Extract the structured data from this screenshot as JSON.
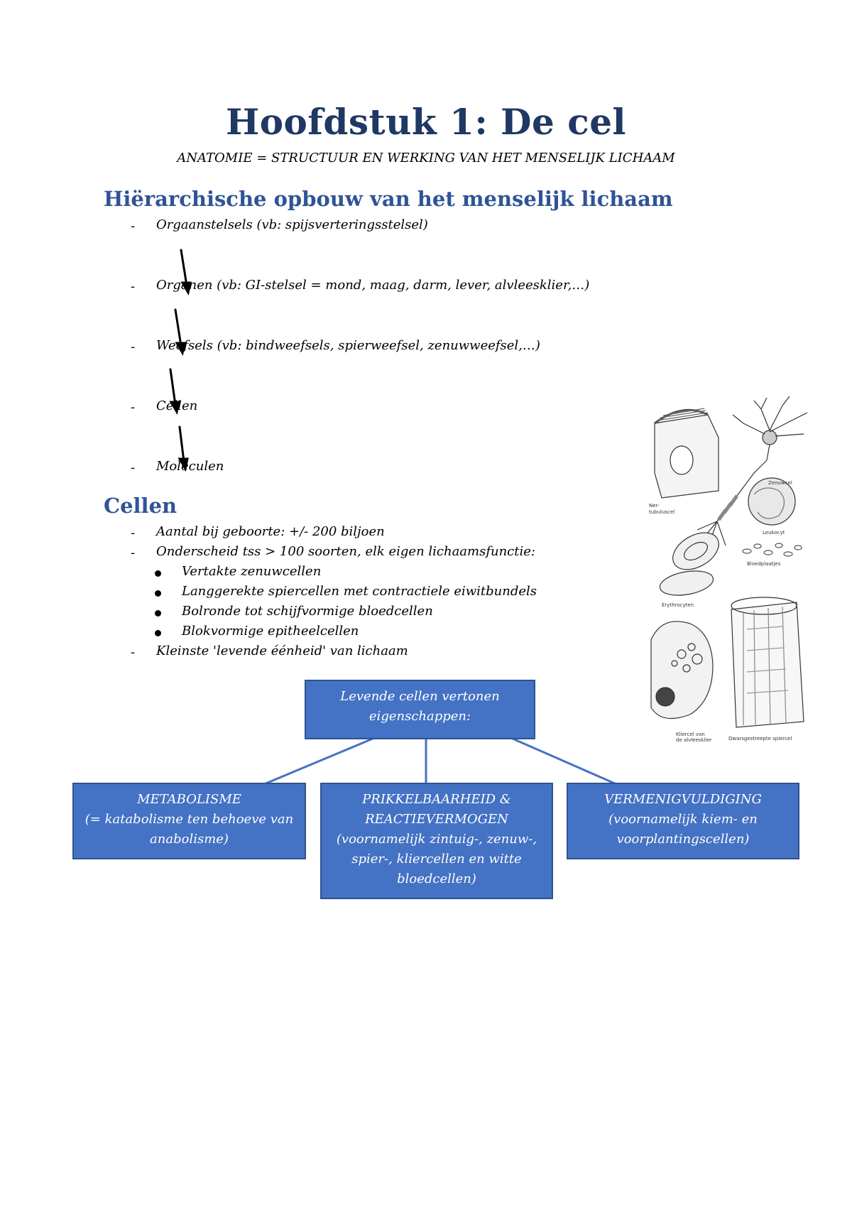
{
  "header": {
    "title": "Hoofdstuk 1: De cel",
    "subtitle": "ANATOMIE = STRUCTUUR EN WERKING VAN HET MENSELIJK LICHAAM"
  },
  "hierarchy": {
    "heading": "Hiërarchische opbouw van het menselijk lichaam",
    "items": [
      "Orgaanstelsels (vb: spijsverteringsstelsel)",
      "Organen (vb: GI-stelsel = mond, maag, darm, lever, alvleesklier,…)",
      "Weefsels (vb: bindweefsels, spierweefsel, zenuwweefsel,…)",
      "Cellen",
      "Moleculen"
    ]
  },
  "cells": {
    "heading": "Cellen",
    "items": [
      "Aantal bij geboorte: +/- 200 biljoen",
      "Onderscheid tss > 100 soorten, elk eigen lichaamsfunctie:",
      "Kleinste 'levende éénheid' van lichaam"
    ],
    "subitems": [
      "Vertakte zenuwcellen",
      "Langgerekte spiercellen met contractiele eiwitbundels",
      "Bolronde tot schijfvormige bloedcellen",
      "Blokvormige epitheelcellen"
    ]
  },
  "illustration": {
    "labels": [
      "Ner-",
      "tubuluscel",
      "Zenuwcel",
      "Leukocyt",
      "Bloedplaatjes",
      "Erythrocyten",
      "Kliercel van",
      "de alvleesklier",
      "Dwarsgestreepte spiercel"
    ]
  },
  "diagram": {
    "root": [
      "Levende cellen vertonen",
      "eigenschappen:"
    ],
    "box1": [
      "METABOLISME",
      "(= katabolisme ten behoeve van",
      "anabolisme)"
    ],
    "box2": [
      "PRIKKELBAARHEID &",
      "REACTIEVERMOGEN",
      "(voornamelijk zintuig-, zenuw-,",
      "spier-, kliercellen en witte",
      "bloedcellen)"
    ],
    "box3": [
      "VERMENIGVULDIGING",
      "(voornamelijk kiem- en",
      "voorplantingscellen)"
    ]
  },
  "colors": {
    "title": "#1f3864",
    "heading": "#2f5496",
    "box_fill": "#4472c4",
    "box_border": "#2f528f"
  }
}
